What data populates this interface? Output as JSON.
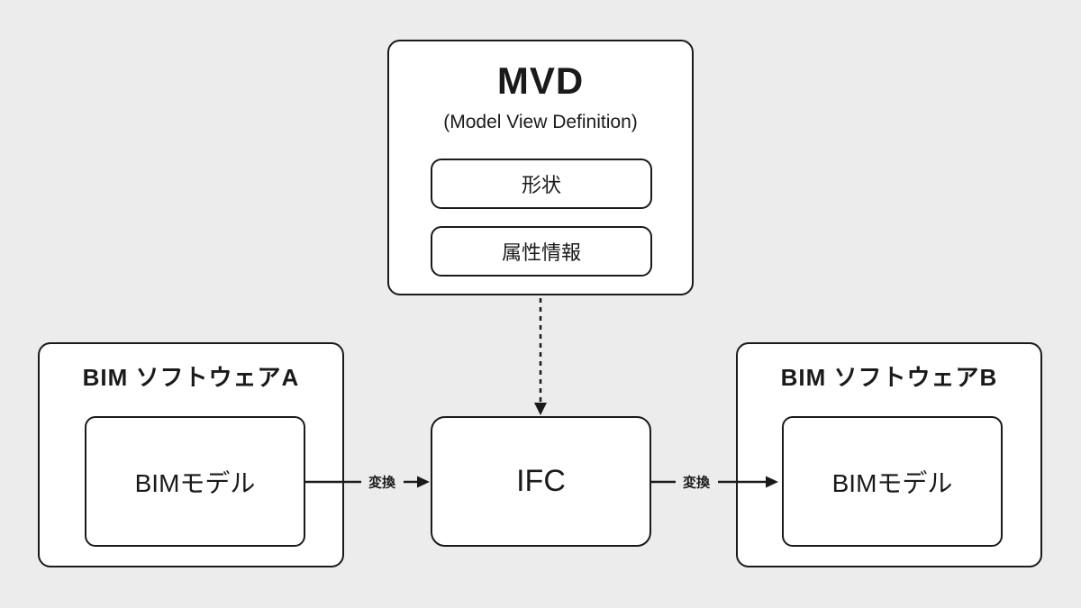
{
  "diagram": {
    "colors": {
      "background": "#ececec",
      "box_fill": "#ffffff",
      "line": "#1a1a1a",
      "text": "#1a1a1a"
    },
    "mvd": {
      "title": "MVD",
      "subtitle": "(Model View Definition)",
      "items": [
        {
          "label": "形状"
        },
        {
          "label": "属性情報"
        }
      ]
    },
    "software_a": {
      "title": "BIM ソフトウェアA",
      "model": {
        "label": "BIMモデル"
      }
    },
    "ifc": {
      "label": "IFC"
    },
    "software_b": {
      "title": "BIM ソフトウェアB",
      "model": {
        "label": "BIMモデル"
      }
    },
    "connections": {
      "mvd_to_ifc": {
        "style": "dashed"
      },
      "a_to_ifc": {
        "label": "変換"
      },
      "ifc_to_b": {
        "label": "変換"
      }
    }
  }
}
